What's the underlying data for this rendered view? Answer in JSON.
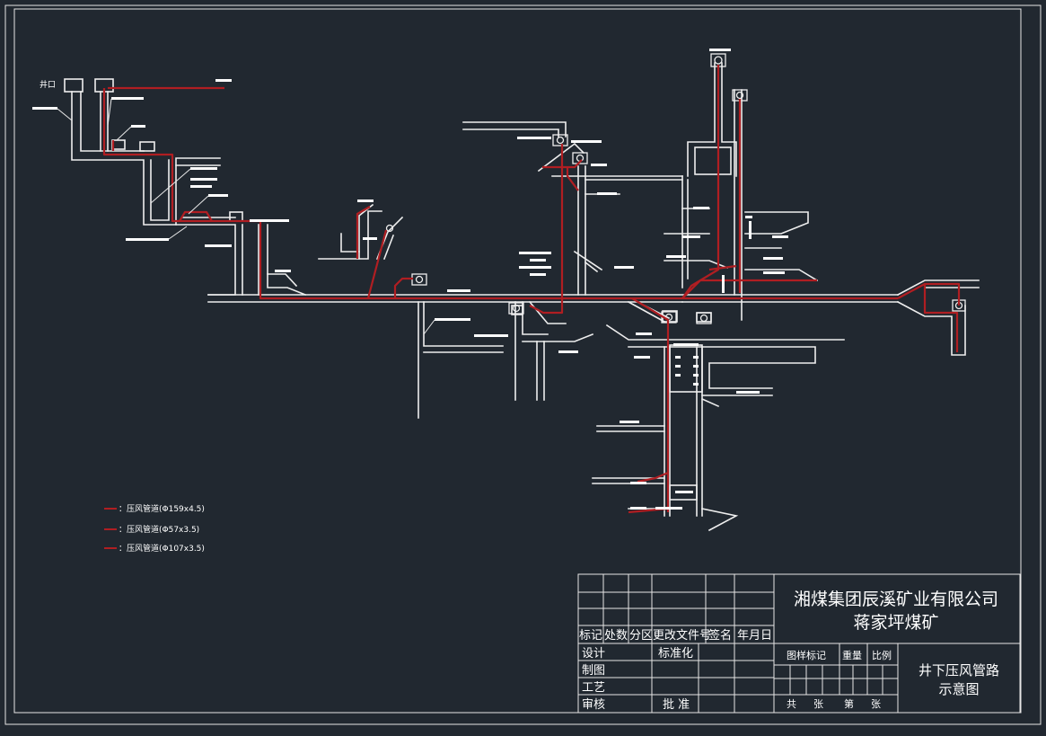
{
  "drawing": {
    "shaft_label": "井口",
    "legend": [
      {
        "label": "：压风管道(Φ159x4.5)",
        "color": "#b01e22"
      },
      {
        "label": "：压风管道(Φ57x3.5)",
        "color": "#b01e22"
      },
      {
        "label": "：压风管道(Φ107x3.5)",
        "color": "#b01e22"
      }
    ],
    "colors": {
      "background": "#212830",
      "pipe": "#b01e22",
      "line": "#eeeeee"
    }
  },
  "title_block": {
    "company": "湘煤集团辰溪矿业有限公司",
    "mine": "蒋家坪煤矿",
    "drawing_title_line1": "井下压风管路",
    "drawing_title_line2": "示意图",
    "headers": [
      "标记",
      "处数",
      "分区",
      "更改文件号",
      "签名",
      "年月日"
    ],
    "row_design": "设计",
    "row_draw": "制图",
    "row_process": "工艺",
    "row_review": "审核",
    "standardization": "标准化",
    "approval": "批 准",
    "stage_mark": "图样标记",
    "weight": "重量",
    "scale": "比例",
    "sheets": [
      "共",
      "张",
      "第",
      "张"
    ]
  }
}
